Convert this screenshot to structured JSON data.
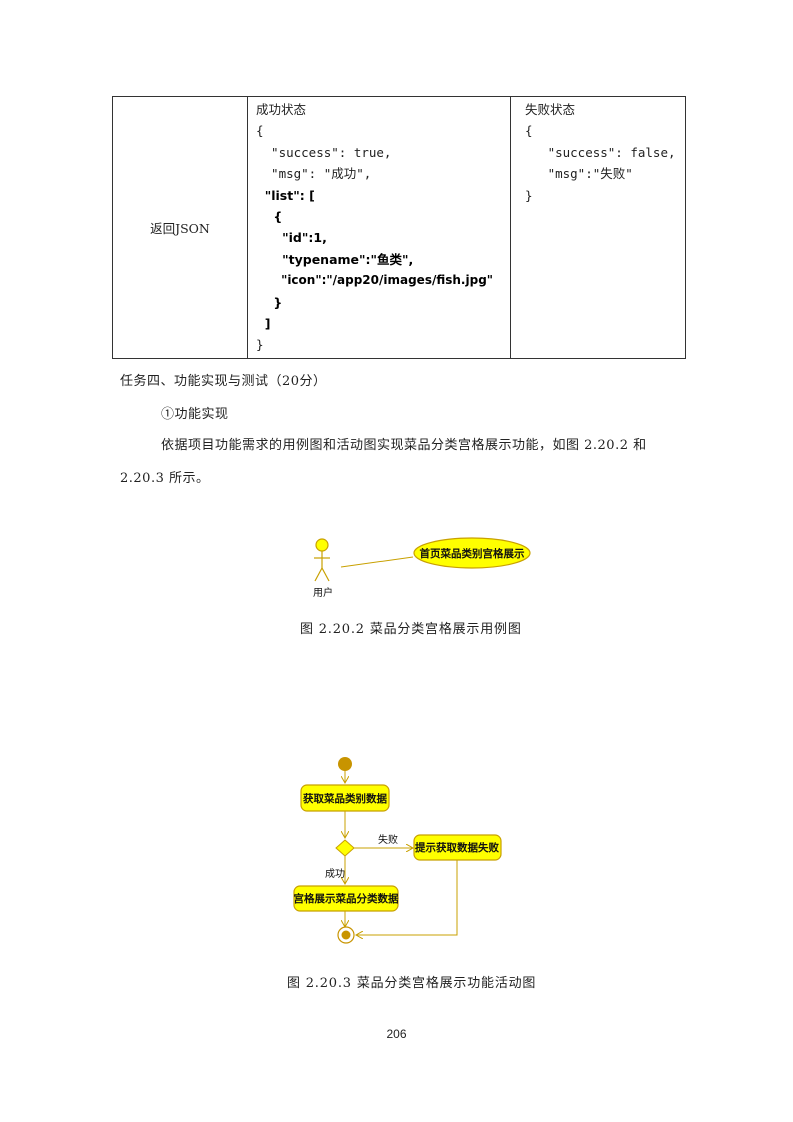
{
  "table": {
    "row_label": "返回JSON",
    "success": {
      "title": "成功状态",
      "lines": [
        "{",
        "  \"success\": true,",
        "  \"msg\": \"成功\",",
        "  \"list\": [",
        "    {",
        "      \"id\":1,",
        "      \"typename\":\"鱼类\",",
        "      \"icon\":\"/app20/images/fish.jpg\"",
        "    }",
        "  ]",
        "}"
      ]
    },
    "failure": {
      "title": "失败状态",
      "lines": [
        "{",
        "   \"success\": false,",
        "   \"msg\":\"失败\"",
        "}"
      ]
    }
  },
  "task_heading": "任务四、功能实现与测试（20分）",
  "sub_heading": "①功能实现",
  "paragraph_line1": "依据项目功能需求的用例图和活动图实现菜品分类宫格展示功能，如图 2.20.2 和",
  "paragraph_line2": "2.20.3 所示。",
  "usecase": {
    "actor_label": "用户",
    "usecase_label": "首页菜品类别宫格展示",
    "caption": "图 2.20.2   菜品分类宫格展示用例图"
  },
  "activity": {
    "step1": "获取菜品类别数据",
    "fail_label": "失败",
    "success_label": "成功",
    "fail_action": "提示获取数据失败",
    "success_action": "宫格展示菜品分类数据",
    "caption": "图 2.20.3   菜品分类宫格展示功能活动图"
  },
  "page_number": "206",
  "colors": {
    "uml_fill": "#ffff00",
    "uml_border": "#c8a000",
    "node_fill": "#c89400",
    "line": "#c8a000"
  }
}
